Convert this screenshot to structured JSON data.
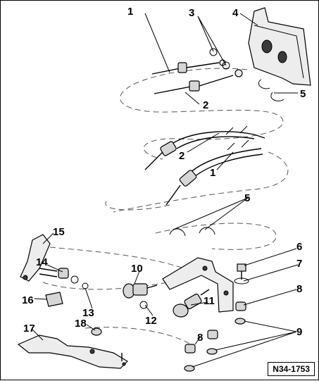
{
  "diagram": {
    "reference_code": "N34-1753",
    "callouts": [
      "1",
      "3",
      "4",
      "5",
      "2",
      "2",
      "1",
      "5",
      "15",
      "6",
      "7",
      "10",
      "14",
      "8",
      "16",
      "12",
      "11",
      "13",
      "9",
      "17",
      "18",
      "8"
    ]
  },
  "colors": {
    "line": "#000000",
    "part_fill": "#d6d6d6",
    "dashed_guide": "#555555"
  }
}
